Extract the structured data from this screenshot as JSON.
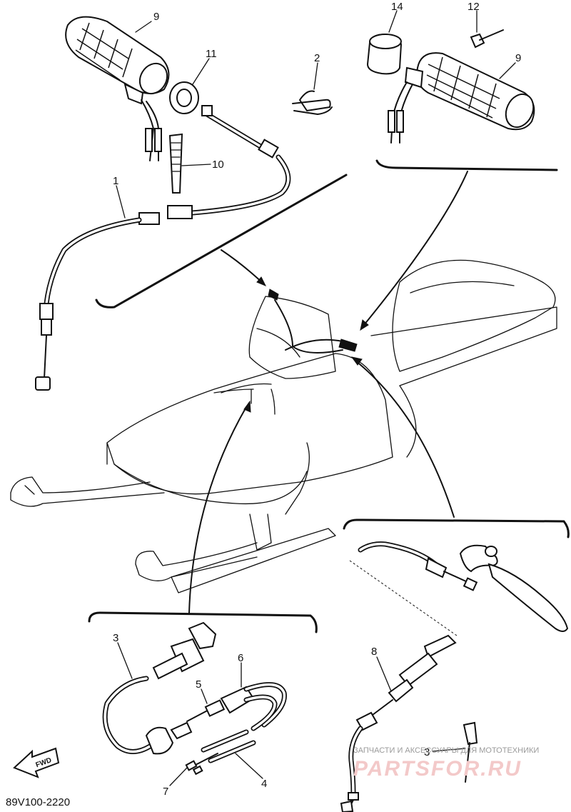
{
  "diagram": {
    "callouts": {
      "c1": "1",
      "c2": "2",
      "c3a": "3",
      "c3b": "3",
      "c4": "4",
      "c5": "5",
      "c6": "6",
      "c7": "7",
      "c8": "8",
      "c9a": "9",
      "c9b": "9",
      "c10": "10",
      "c11": "11",
      "c12": "12",
      "c14": "14"
    },
    "diagram_code": "89V100-2220",
    "direction_label": "FWD",
    "watermark": {
      "caption": "ЗАПЧАСТИ И АКСЕССУАРЫ ДЛЯ МОТОТЕХНИКИ",
      "brand": "PARTSFOR.RU"
    },
    "icons": [
      "fwd-arrow-icon"
    ],
    "colors": {
      "ink": "#111111",
      "paper": "#ffffff",
      "watermark": "#f3c9c9"
    }
  }
}
